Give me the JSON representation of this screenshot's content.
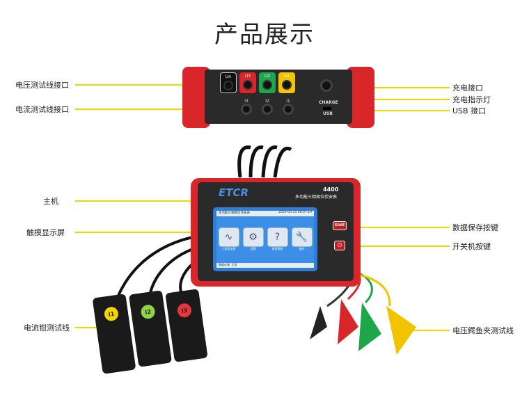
{
  "title": "产品展示",
  "left_labels": [
    "电压测试线接口",
    "电流测试线接口",
    "主机",
    "触摸显示屏",
    "电流钳测试线"
  ],
  "right_labels": [
    "充电接口",
    "充电指示灯",
    "USB 接口",
    "数据保存按键",
    "开关机按键",
    "电压鳄鱼夹测试线"
  ],
  "top_panel": {
    "voltage_ports": [
      "Un",
      "U3",
      "U2",
      "U1"
    ],
    "current_ports": [
      "I3",
      "I2",
      "I1"
    ],
    "charge_label": "CHARGE",
    "usb_label": "USB"
  },
  "device": {
    "brand": "ETCR",
    "model": "4400",
    "subtitle": "多功能三相相位伏安表",
    "save_button": "SAVE",
    "power_icon": "power-icon",
    "screen": {
      "header": "多功能三相相位伏安表",
      "datetime": "2020-03-25 08:07:19",
      "menu": [
        "三相伏安表",
        "设置",
        "使用帮助",
        "维护"
      ],
      "status": "数据存储: 正常"
    }
  },
  "clamps": [
    "I1",
    "I2",
    "I3"
  ],
  "colors": {
    "accent_line": "#f2d400",
    "case_red": "#d8262a",
    "screen_blue": "#2d7fd8"
  }
}
